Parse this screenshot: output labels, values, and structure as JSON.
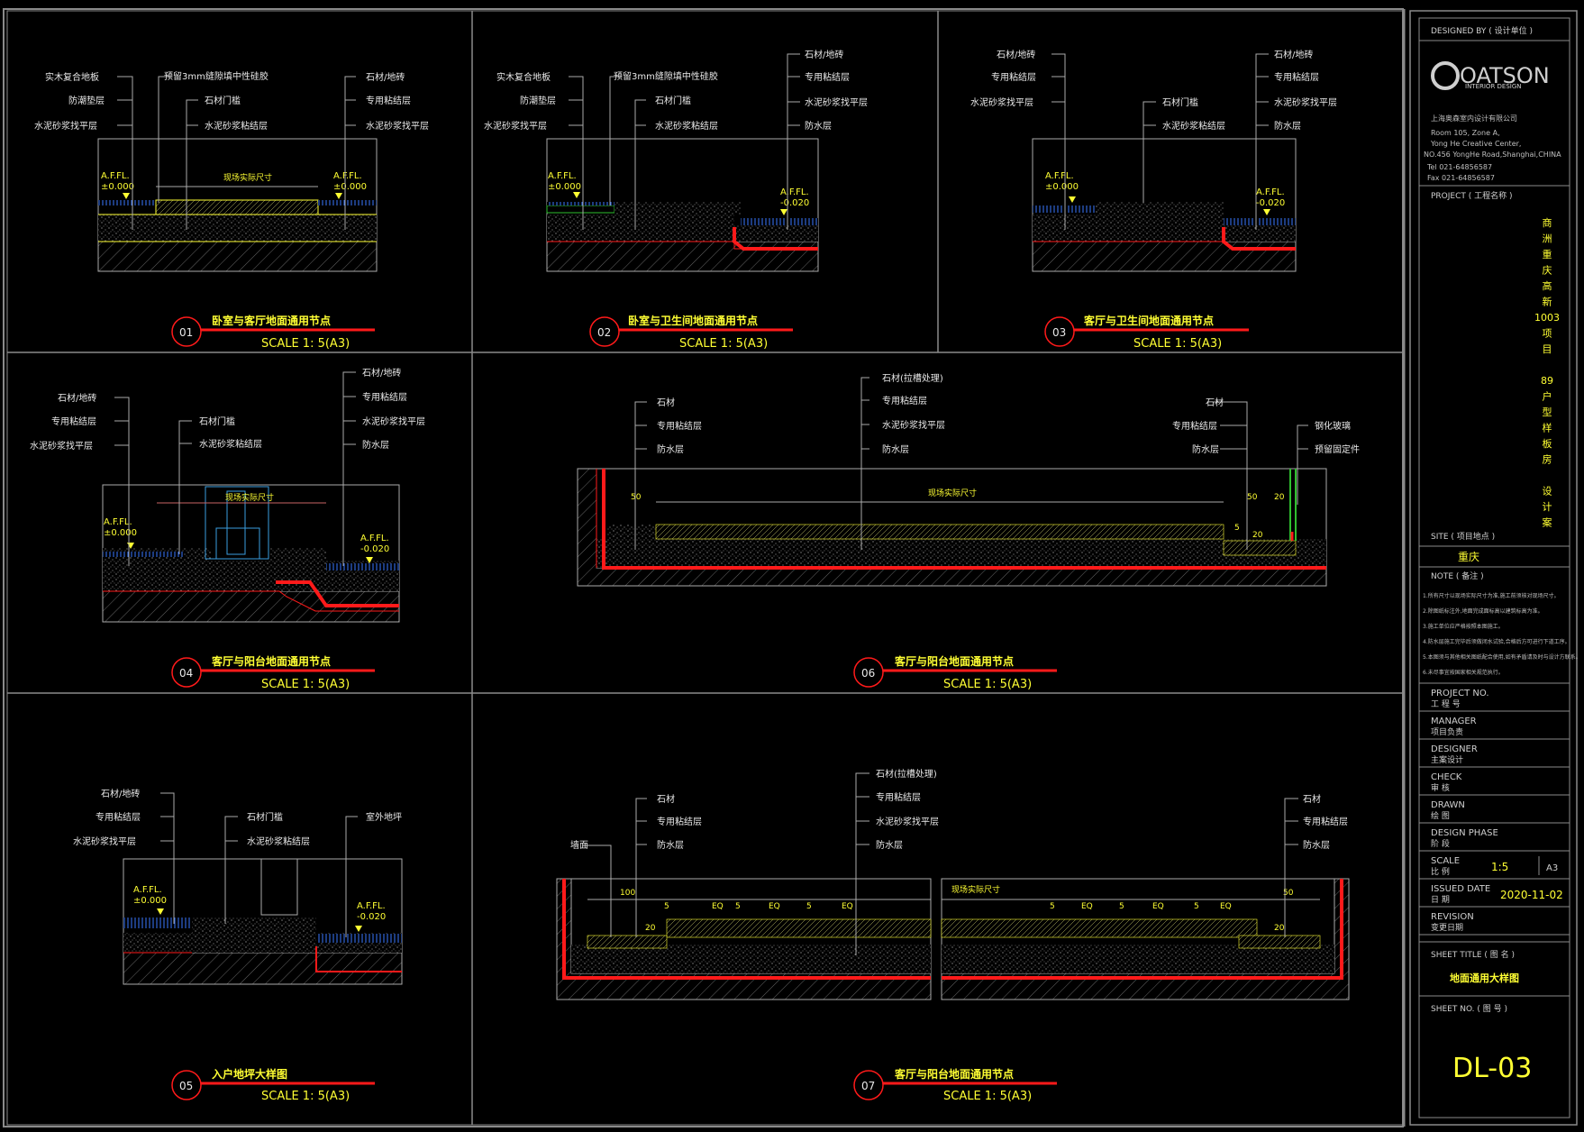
{
  "details": [
    {
      "num": "01",
      "title": "卧室与客厅地面通用节点",
      "scale": "SCALE 1: 5(A3)"
    },
    {
      "num": "02",
      "title": "卧室与卫生间地面通用节点",
      "scale": "SCALE 1: 5(A3)"
    },
    {
      "num": "03",
      "title": "客厅与卫生间地面通用节点",
      "scale": "SCALE 1: 5(A3)"
    },
    {
      "num": "04",
      "title": "客厅与阳台地面通用节点",
      "scale": "SCALE 1: 5(A3)"
    },
    {
      "num": "06",
      "title": "客厅与阳台地面通用节点",
      "scale": "SCALE 1: 5(A3)"
    },
    {
      "num": "05",
      "title": "入户地坪大样图",
      "scale": "SCALE 1: 5(A3)"
    },
    {
      "num": "07",
      "title": "客厅与阳台地面通用节点",
      "scale": "SCALE 1: 5(A3)"
    }
  ],
  "callouts": {
    "d01": {
      "left": [
        "实木复合地板",
        "防潮垫层",
        "水泥砂浆找平层"
      ],
      "mid": [
        "预留3mm缝隙填中性硅胶",
        "石材门槛",
        "水泥砂浆粘结层"
      ],
      "right": [
        "石材/地砖",
        "专用粘结层",
        "水泥砂浆找平层"
      ],
      "afl_left": [
        "A.F.FL.",
        "±0.000"
      ],
      "afl_right": [
        "A.F.FL.",
        "±0.000"
      ],
      "dim": "现场实际尺寸"
    },
    "d02": {
      "left": [
        "实木复合地板",
        "防潮垫层",
        "水泥砂浆找平层"
      ],
      "mid": [
        "预留3mm缝隙填中性硅胶",
        "石材门槛",
        "水泥砂浆粘结层"
      ],
      "right": [
        "石材/地砖",
        "专用粘结层",
        "水泥砂浆找平层",
        "防水层"
      ],
      "afl_left": [
        "A.F.FL.",
        "±0.000"
      ],
      "afl_right": [
        "A.F.FL.",
        "-0.020"
      ]
    },
    "d03": {
      "left": [
        "石材/地砖",
        "专用粘结层",
        "水泥砂浆找平层"
      ],
      "mid": [
        "石材门槛",
        "水泥砂浆粘结层"
      ],
      "right": [
        "石材/地砖",
        "专用粘结层",
        "水泥砂浆找平层",
        "防水层"
      ],
      "afl_left": [
        "A.F.FL.",
        "±0.000"
      ],
      "afl_right": [
        "A.F.FL.",
        "-0.020"
      ]
    },
    "d04": {
      "left": [
        "石材/地砖",
        "专用粘结层",
        "水泥砂浆找平层"
      ],
      "mid": [
        "石材门槛",
        "水泥砂浆粘结层"
      ],
      "right": [
        "石材/地砖",
        "专用粘结层",
        "水泥砂浆找平层",
        "防水层"
      ],
      "afl_left": [
        "A.F.FL.",
        "±0.000"
      ],
      "afl_right": [
        "A.F.FL.",
        "-0.020"
      ],
      "dim": "现场实际尺寸"
    },
    "d06": {
      "left": [
        "石材",
        "专用粘结层",
        "防水层"
      ],
      "mid": [
        "石材(拉槽处理)",
        "专用粘结层",
        "水泥砂浆找平层",
        "防水层"
      ],
      "right": [
        "石材",
        "专用粘结层",
        "防水层"
      ],
      "far_right": [
        "钢化玻璃",
        "预留固定件"
      ],
      "dim": "现场实际尺寸",
      "dims": [
        "50",
        "50",
        "20",
        "5",
        "20"
      ]
    },
    "d05": {
      "left": [
        "石材/地砖",
        "专用粘结层",
        "水泥砂浆找平层"
      ],
      "mid": [
        "石材门槛",
        "水泥砂浆粘结层"
      ],
      "right": [
        "室外地坪"
      ],
      "afl_left": [
        "A.F.FL.",
        "±0.000"
      ],
      "afl_right": [
        "A.F.FL.",
        "-0.020"
      ]
    },
    "d07": {
      "far_left": "墙面",
      "left": [
        "石材",
        "专用粘结层",
        "防水层"
      ],
      "mid": [
        "石材(拉槽处理)",
        "专用粘结层",
        "水泥砂浆找平层",
        "防水层"
      ],
      "right": [
        "石材",
        "专用粘结层",
        "防水层"
      ],
      "dim": "现场实际尺寸",
      "dims_left": [
        "100",
        "5",
        "EQ",
        "5",
        "EQ",
        "5",
        "EQ",
        "20"
      ],
      "dims_right": [
        "5",
        "EQ",
        "5",
        "EQ",
        "5",
        "EQ",
        "50",
        "20"
      ]
    }
  },
  "title_block": {
    "designed_by": "DESIGNED BY ( 设计单位 )",
    "logo": "OATSON",
    "logo_sub": "INTERIOR DESIGN",
    "company_cn": "上海奥森室内设计有限公司",
    "address": [
      "Room 105, Zone A,",
      "Yong He Creative Center,",
      "NO.456 YongHe Road,Shanghai,CHINA",
      "Tel    021-64856587",
      "Fax    021-64856587"
    ],
    "project_label": "PROJECT ( 工程名称 )",
    "project_name_lines": [
      "商",
      "洲",
      "重",
      "庆",
      "高",
      "新",
      "1003",
      "项",
      "目",
      "",
      "89",
      "户",
      "型",
      "样",
      "板",
      "房",
      "",
      "设",
      "计",
      "案"
    ],
    "site_label": "SITE ( 项目地点 )",
    "site_value": "重庆",
    "note_label": "NOTE ( 备注 )",
    "notes": [
      "1.所有尺寸以现场实际尺寸为准,施工前须核对现场尺寸。",
      "2.除图纸标注外,地面完成面标高以建筑标高为准。",
      "3.施工单位应严格按照本图施工。",
      "4.防水层施工完毕后须做闭水试验,合格后方可进行下道工序。",
      "5.本图须与其他相关图纸配合使用,如有矛盾请及时与设计方联系。",
      "6.未尽事宜按国家相关规范执行。"
    ],
    "rows": [
      {
        "en": "PROJECT NO.",
        "cn": "工 程 号",
        "value": ""
      },
      {
        "en": "MANAGER",
        "cn": "项目负责",
        "value": ""
      },
      {
        "en": "DESIGNER",
        "cn": "主案设计",
        "value": ""
      },
      {
        "en": "CHECK",
        "cn": "审    核",
        "value": ""
      },
      {
        "en": "DRAWN",
        "cn": "绘    图",
        "value": ""
      },
      {
        "en": "DESIGN PHASE",
        "cn": "阶    段",
        "value": ""
      },
      {
        "en": "SCALE",
        "cn": "比    例",
        "value": "1:5",
        "extra": "A3"
      },
      {
        "en": "ISSUED DATE",
        "cn": "日    期",
        "value": "2020-11-02"
      },
      {
        "en": "REVISION",
        "cn": "变更日期",
        "value": ""
      }
    ],
    "sheet_title_label": "SHEET TITLE ( 图 名 )",
    "sheet_title": "地面通用大样图",
    "sheet_no_label": "SHEET NO. ( 图 号 )",
    "sheet_no": "DL-03"
  },
  "colors": {
    "yellow": "#ffff33",
    "red": "#ff1a1a",
    "white": "#e6e6e6",
    "grey": "#9a9a9a",
    "blue": "#3a78ff",
    "frame": "#8a8a8a"
  }
}
